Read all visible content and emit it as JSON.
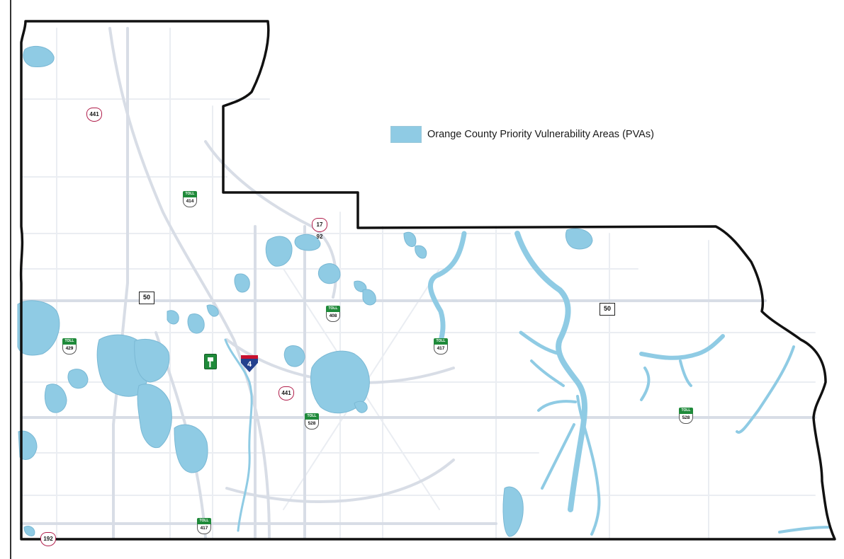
{
  "legend": {
    "label": "Orange County Priority Vulnerability Areas (PVAs)",
    "swatch_color": "#8fcbe4"
  },
  "colors": {
    "pva_fill": "#8fcbe4",
    "pva_stroke": "#7ab8d4",
    "road_major": "#d8dde6",
    "road_minor": "#eaedf2",
    "boundary": "#111111"
  },
  "route_shields": {
    "us_441_north": "441",
    "us_17_92": "17 92",
    "us_441_south": "441",
    "us_192": "192",
    "sr_50_west": "50",
    "sr_50_east": "50",
    "toll_414": "414",
    "toll_429": "429",
    "toll_408": "408",
    "toll_417_east": "417",
    "toll_417_south": "417",
    "toll_528": "528",
    "toll_528_east": "528",
    "toll_label": "TOLL",
    "interstate_4": "4"
  }
}
